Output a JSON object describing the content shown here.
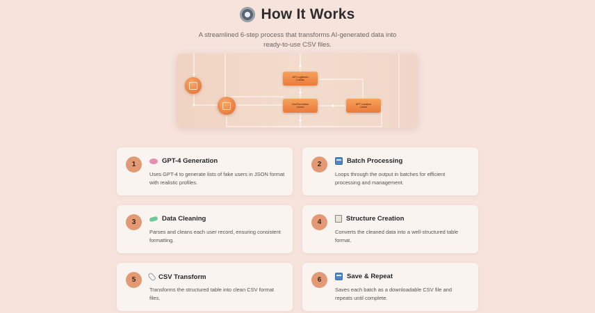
{
  "header": {
    "icon": "gear-icon",
    "title": "How It Works",
    "subtitle": "A streamlined 6-step process that transforms AI-generated data into ready-to-use CSV files."
  },
  "diagram": {
    "nodes": [
      {
        "line1": "API LogBatch",
        "line2": "Loblas"
      },
      {
        "line1": "DocFormation",
        "line2": "Comto"
      },
      {
        "line1": "APT Localion",
        "line2": "Lob4o"
      }
    ],
    "circle_icons": [
      "database-icon",
      "folder-icon"
    ]
  },
  "steps": [
    {
      "number": "1",
      "icon": "brain-icon",
      "title": "GPT-4 Generation",
      "description": "Uses GPT-4 to generate lists of fake users in JSON format with realistic profiles."
    },
    {
      "number": "2",
      "icon": "file-box-icon",
      "title": "Batch Processing",
      "description": "Loops through the output in batches for efficient processing and management."
    },
    {
      "number": "3",
      "icon": "soap-icon",
      "title": "Data Cleaning",
      "description": "Parses and cleans each user record, ensuring consistent formatting."
    },
    {
      "number": "4",
      "icon": "ledger-icon",
      "title": "Structure Creation",
      "description": "Converts the cleaned data into a well-structured table format."
    },
    {
      "number": "5",
      "icon": "paperclip-icon",
      "title": "CSV Transform",
      "description": "Transforms the structured table into clean CSV format files."
    },
    {
      "number": "6",
      "icon": "file-box-icon",
      "title": "Save & Repeat",
      "description": "Saves each batch as a downloadable CSV file and repeats until complete."
    }
  ]
}
